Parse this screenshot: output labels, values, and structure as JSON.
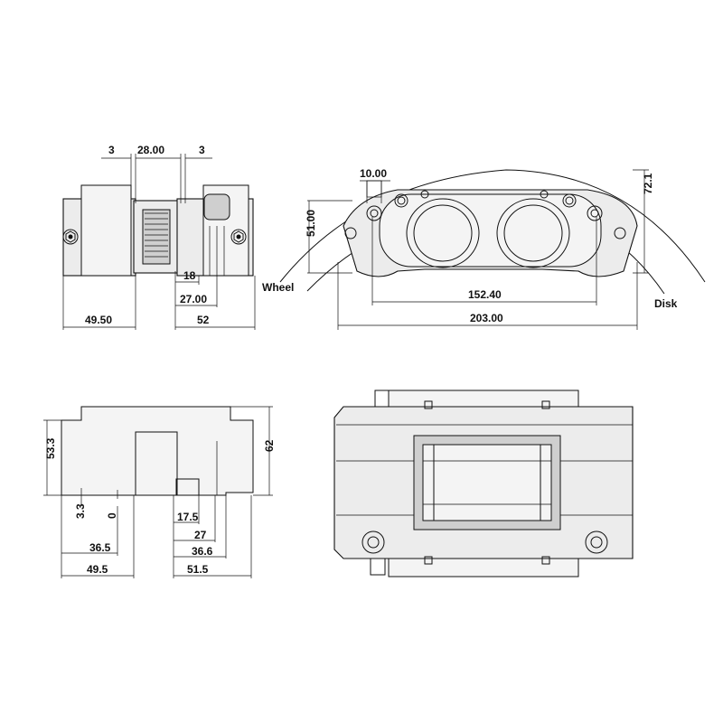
{
  "front_view": {
    "dims": {
      "gap_left": "3",
      "piston_span": "28.00",
      "gap_right": "3",
      "pad_width": "18",
      "inner_width": "27.00",
      "left_offset": "49.50",
      "right_offset": "52"
    }
  },
  "top_view": {
    "dims": {
      "bolt_offset": "10.00",
      "height": "51.00",
      "radial": "72.1",
      "mount_spacing": "152.40",
      "overall_length": "203.00"
    },
    "labels": {
      "wheel": "Wheel",
      "disk": "Disk"
    }
  },
  "side_view": {
    "dims": {
      "height_a": "53.3",
      "height_b": "62",
      "offset_a": "3.3",
      "offset_zero": "0",
      "pad_a": "17.5",
      "pad_b": "27",
      "pad_c": "36.6",
      "left_a": "36.5",
      "left_b": "49.5",
      "right_b": "51.5"
    }
  }
}
